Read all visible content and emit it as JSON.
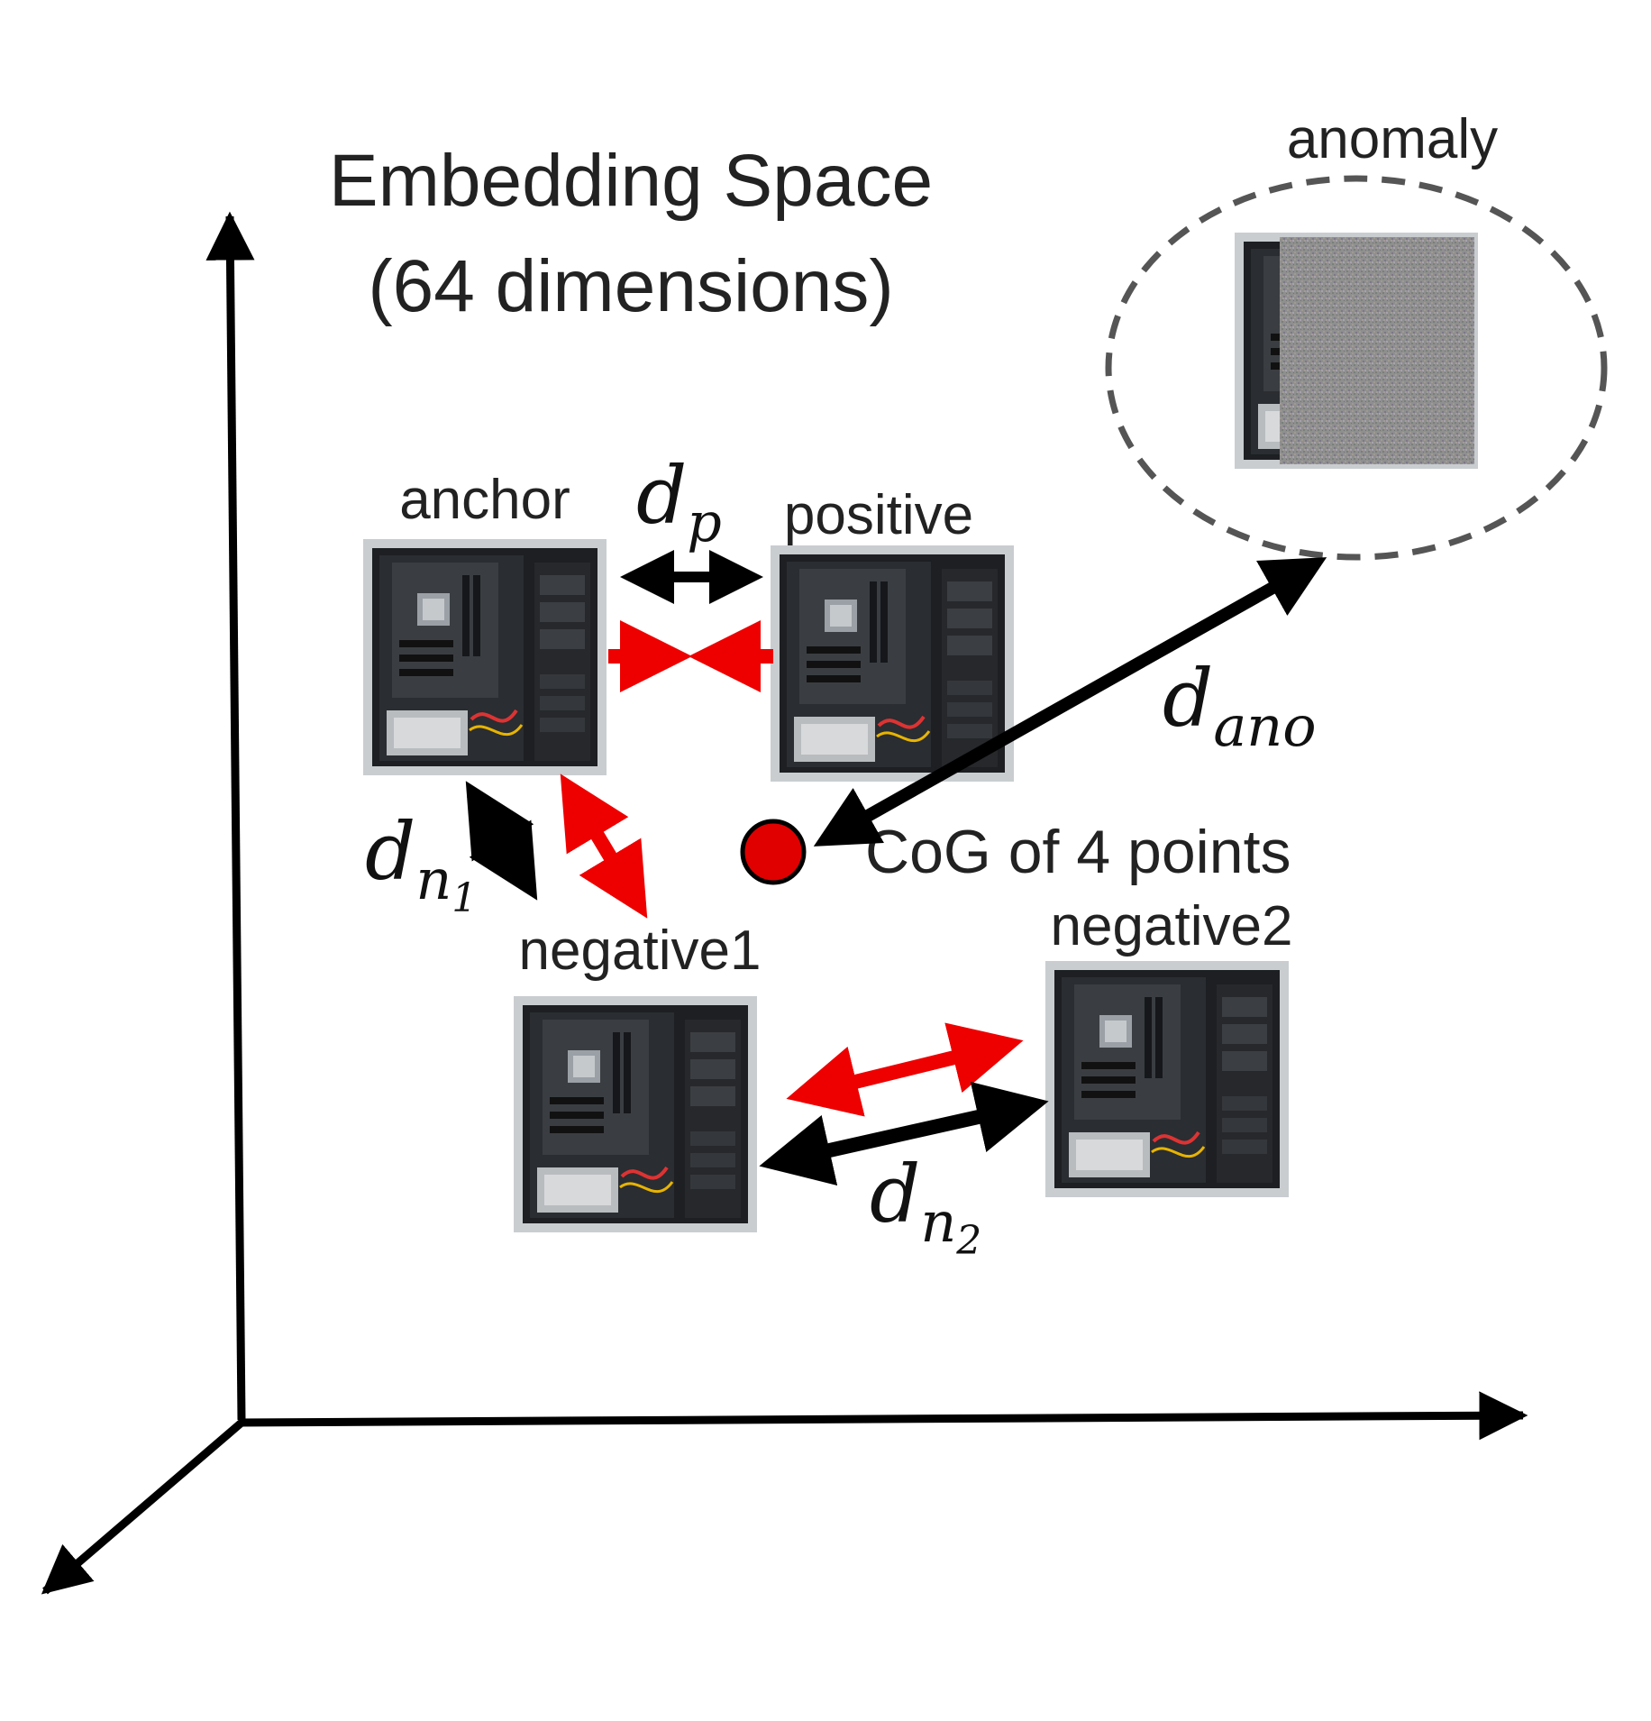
{
  "title": {
    "line1": "Embedding Space",
    "line2": "(64 dimensions)"
  },
  "nodes": {
    "anchor": {
      "label": "anchor"
    },
    "positive": {
      "label": "positive"
    },
    "negative1": {
      "label": "negative1"
    },
    "negative2": {
      "label": "negative2"
    },
    "anomaly": {
      "label": "anomaly"
    },
    "cog": {
      "label": "CoG of 4 points"
    }
  },
  "distances": {
    "dp": {
      "base": "d",
      "sub": "p"
    },
    "dn1": {
      "base": "d",
      "sub": "n",
      "subsub": "1"
    },
    "dn2": {
      "base": "d",
      "sub": "n",
      "subsub": "2"
    },
    "dano": {
      "base": "d",
      "sub": "ano"
    }
  },
  "colors": {
    "axis": "#000000",
    "pull_arrow": "#ee0000",
    "distance_arrow": "#000000",
    "cog_fill": "#e00000",
    "anomaly_ellipse": "#555555",
    "noise": "#8c8c8c"
  },
  "icons": {
    "pc_image": "pc-case-photo-icon",
    "anomaly_image": "noisy-pc-case-photo-icon"
  }
}
